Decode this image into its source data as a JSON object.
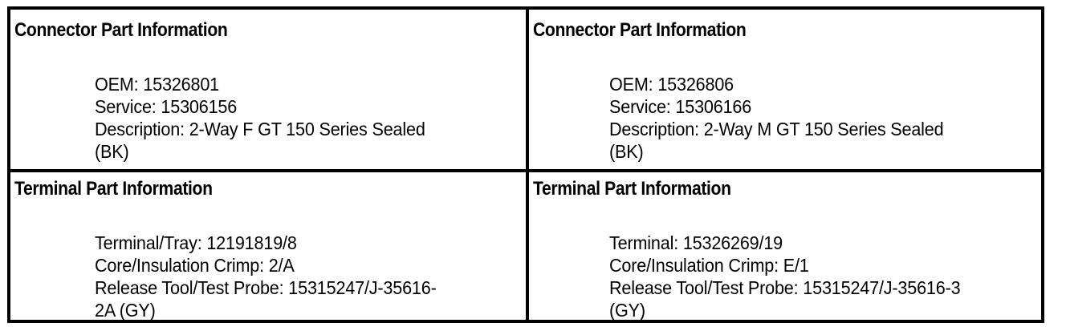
{
  "document": {
    "type": "connector-terminal-part-information-table",
    "columns": 2,
    "rows": 2,
    "border_color": "#000000",
    "background_color": "#ffffff",
    "text_color": "#000000"
  },
  "cells": {
    "top_left": {
      "header": "Connector Part Information",
      "lines": [
        "OEM: 15326801",
        "Service: 15306156",
        "Description: 2-Way F GT 150 Series Sealed",
        "(BK)"
      ],
      "fields": {
        "oem": "15326801",
        "service": "15306156",
        "description": "2-Way F GT 150 Series Sealed (BK)"
      }
    },
    "top_right": {
      "header": "Connector Part Information",
      "lines": [
        "OEM: 15326806",
        "Service: 15306166",
        "Description: 2-Way M GT 150 Series Sealed",
        "(BK)"
      ],
      "fields": {
        "oem": "15326806",
        "service": "15306166",
        "description": "2-Way M GT 150 Series Sealed (BK)"
      }
    },
    "bottom_left": {
      "header": "Terminal Part Information",
      "lines": [
        "Terminal/Tray: 12191819/8",
        "Core/Insulation Crimp: 2/A",
        "Release Tool/Test Probe: 15315247/J-35616-",
        "2A (GY)"
      ],
      "fields": {
        "terminal_tray": "12191819/8",
        "core_insulation_crimp": "2/A",
        "release_tool_test_probe": "15315247/J-35616-2A (GY)"
      }
    },
    "bottom_right": {
      "header": "Terminal Part Information",
      "lines": [
        "Terminal: 15326269/19",
        "Core/Insulation Crimp: E/1",
        "Release Tool/Test Probe: 15315247/J-35616-3",
        "(GY)"
      ],
      "fields": {
        "terminal": "15326269/19",
        "core_insulation_crimp": "E/1",
        "release_tool_test_probe": "15315247/J-35616-3 (GY)"
      }
    }
  }
}
